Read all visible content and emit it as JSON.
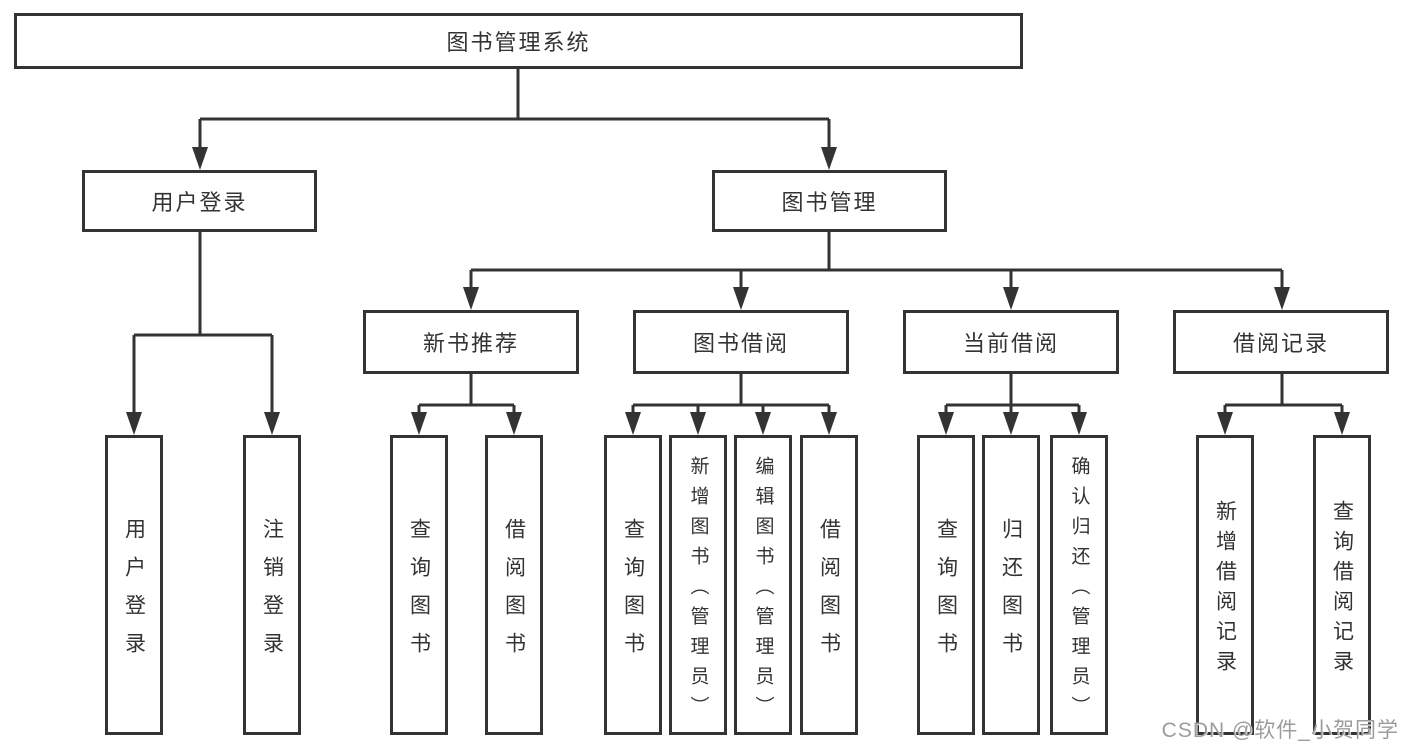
{
  "diagram_title": "图书管理系统",
  "tree": {
    "root": {
      "label": "图书管理系统"
    },
    "branches": [
      {
        "label": "用户登录",
        "children": [
          {
            "label": "用户登录"
          },
          {
            "label": "注销登录"
          }
        ]
      },
      {
        "label": "图书管理",
        "children": [
          {
            "label": "新书推荐",
            "children": [
              {
                "label": "查询图书"
              },
              {
                "label": "借阅图书"
              }
            ]
          },
          {
            "label": "图书借阅",
            "children": [
              {
                "label": "查询图书"
              },
              {
                "label": "新增图书（管理员）"
              },
              {
                "label": "编辑图书（管理员）"
              },
              {
                "label": "借阅图书"
              }
            ]
          },
          {
            "label": "当前借阅",
            "children": [
              {
                "label": "查询图书"
              },
              {
                "label": "归还图书"
              },
              {
                "label": "确认归还（管理员）"
              }
            ]
          },
          {
            "label": "借阅记录",
            "children": [
              {
                "label": "新增借阅记录"
              },
              {
                "label": "查询借阅记录"
              }
            ]
          }
        ]
      }
    ]
  },
  "watermark": {
    "text": "CSDN @软件_小贺同学",
    "color": "#9c9c9c"
  },
  "colors": {
    "line": "#333333",
    "box_border": "#333333",
    "text": "#333333",
    "background": "#ffffff"
  }
}
